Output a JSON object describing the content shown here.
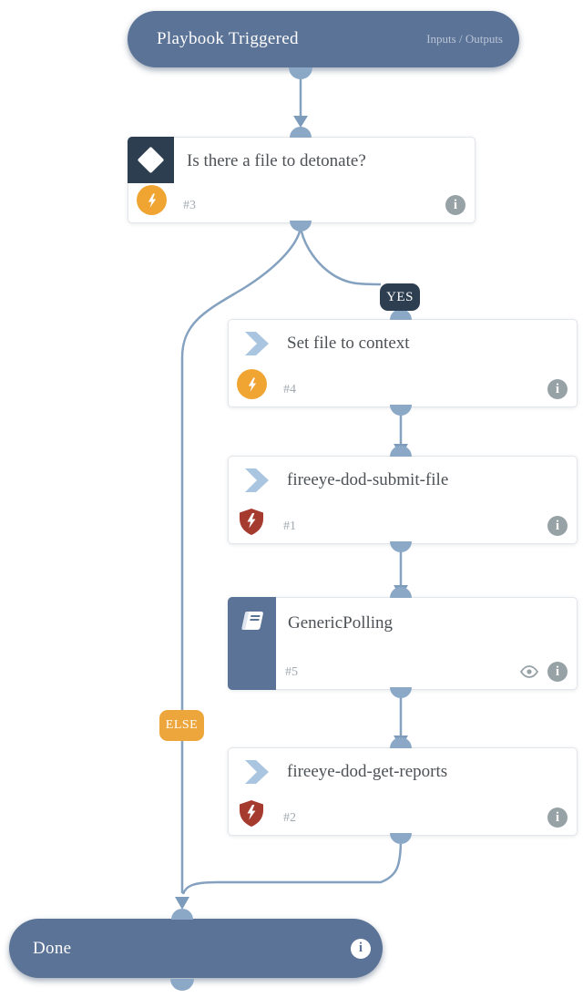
{
  "colors": {
    "node_slate": "#5b7396",
    "dark_navy": "#2d3e50",
    "orange": "#f0a432",
    "alert_red": "#a53a2e",
    "edge_blue": "#84a1c0",
    "disc_blue": "#8ba8c6",
    "arrow_blue": "#7d9cbc",
    "chevron_blue": "#a9c5e0",
    "icon_gray": "#97a2a6",
    "title_text": "#4d5156",
    "muted_text": "#a2a9b0"
  },
  "nodes": {
    "start": {
      "title": "Playbook Triggered",
      "right_link": "Inputs / Outputs"
    },
    "condition": {
      "title": "Is there a file to detonate?",
      "task_id": "#3"
    },
    "set_file": {
      "title": "Set file to context",
      "task_id": "#4"
    },
    "submit_file": {
      "title": "fireeye-dod-submit-file",
      "task_id": "#1"
    },
    "polling": {
      "title": "GenericPolling",
      "task_id": "#5"
    },
    "get_reports": {
      "title": "fireeye-dod-get-reports",
      "task_id": "#2"
    },
    "end": {
      "title": "Done"
    }
  },
  "branch_labels": {
    "yes": "YES",
    "else": "ELSE"
  },
  "glyphs": {
    "info": "i"
  }
}
